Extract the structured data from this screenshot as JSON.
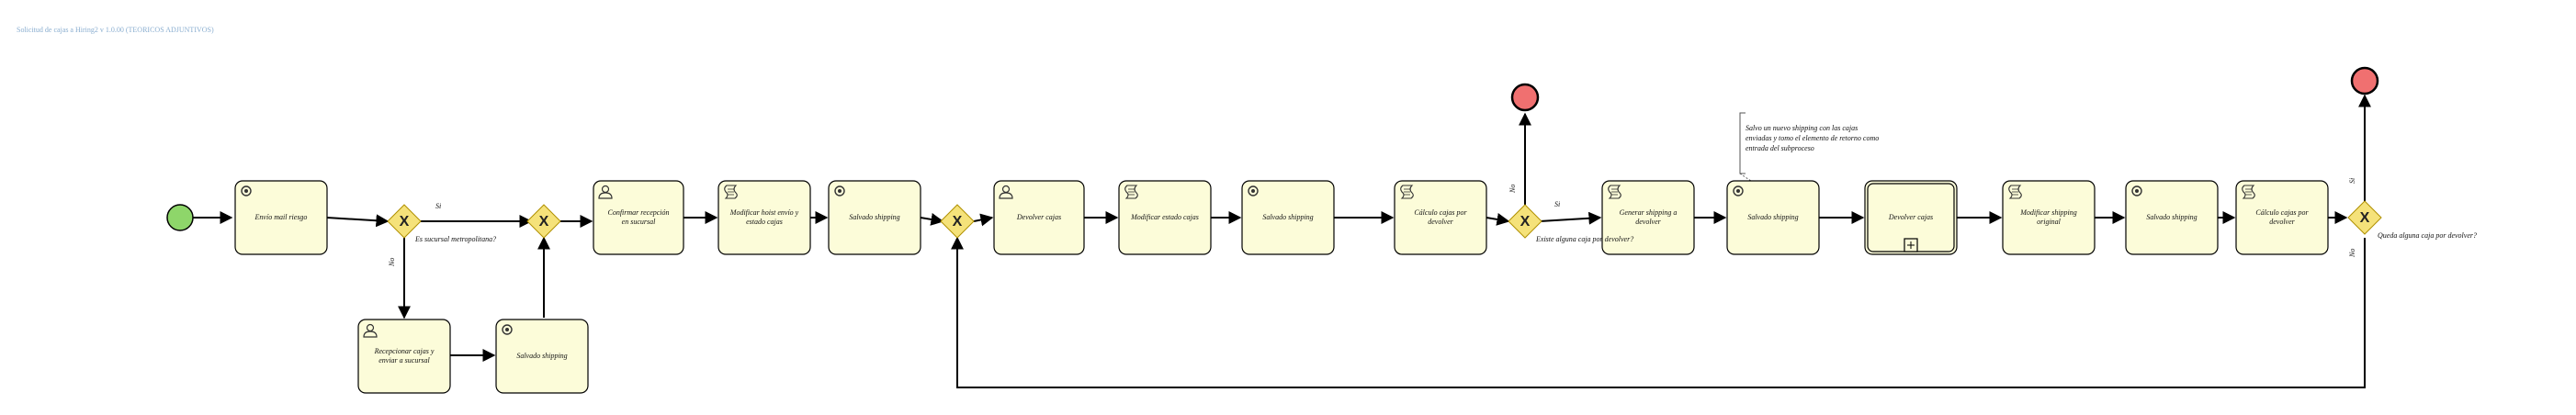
{
  "diagram": {
    "title": "Solicitud de cajas a Hiring2 v 1.0.00 (TEORICOS ADJUNTIVOS)"
  },
  "tasks": [
    {
      "id": "t1",
      "label": "Envío mail riesgo",
      "icon": "service-gear-icon"
    },
    {
      "id": "t2",
      "label": "Confirmar recepción en sucursal",
      "icon": "user-icon"
    },
    {
      "id": "t3",
      "label": "Modificar hoist envío y estado cajas",
      "icon": "script-icon"
    },
    {
      "id": "t4",
      "label": "Salvado shipping",
      "icon": "service-gear-icon"
    },
    {
      "id": "t5",
      "label": "Devolver cajas",
      "icon": "user-icon"
    },
    {
      "id": "t6",
      "label": "Modificar estado cajas",
      "icon": "script-icon"
    },
    {
      "id": "t7",
      "label": "Salvado shipping",
      "icon": "service-gear-icon"
    },
    {
      "id": "t8",
      "label": "Cálculo cajas por devolver",
      "icon": "script-icon"
    },
    {
      "id": "t9",
      "label": "Generar shipping a devolver",
      "icon": "script-icon"
    },
    {
      "id": "t10",
      "label": "Salvado shipping",
      "icon": "service-gear-icon"
    },
    {
      "id": "t11",
      "label": "Devolver cajas",
      "icon": "subprocess-icon"
    },
    {
      "id": "t12",
      "label": "Modificar shipping original",
      "icon": "script-icon"
    },
    {
      "id": "t13",
      "label": "Salvado shipping",
      "icon": "service-gear-icon"
    },
    {
      "id": "t14",
      "label": "Cálculo cajas por devolver",
      "icon": "script-icon"
    },
    {
      "id": "t15",
      "label": "Recepcionar cajas y enviar a sucursal",
      "icon": "user-icon"
    },
    {
      "id": "t16",
      "label": "Salvado shipping",
      "icon": "service-gear-icon"
    }
  ],
  "gateways": {
    "g1": "Es sucursal metropolitana?",
    "g5": "Existe alguna caja por devolver?",
    "g6": "Queda alguna caja por devolver?"
  },
  "flow_labels": {
    "g1_yes": "Si",
    "g1_no": "No",
    "g5_yes": "Si",
    "g5_no": "No",
    "g6_yes": "Si",
    "g6_no": "No"
  },
  "annotation": {
    "text": "Salvo un nuevo shipping con las cajas enviadas y tomo el elemento de retorno como entrada del subproceso"
  },
  "colors": {
    "task_fill": "#fcfcd9",
    "gateway_fill": "#f5e27a",
    "start_fill": "#8ed66a",
    "end_fill": "#f07070",
    "title": "#8aaed0"
  }
}
